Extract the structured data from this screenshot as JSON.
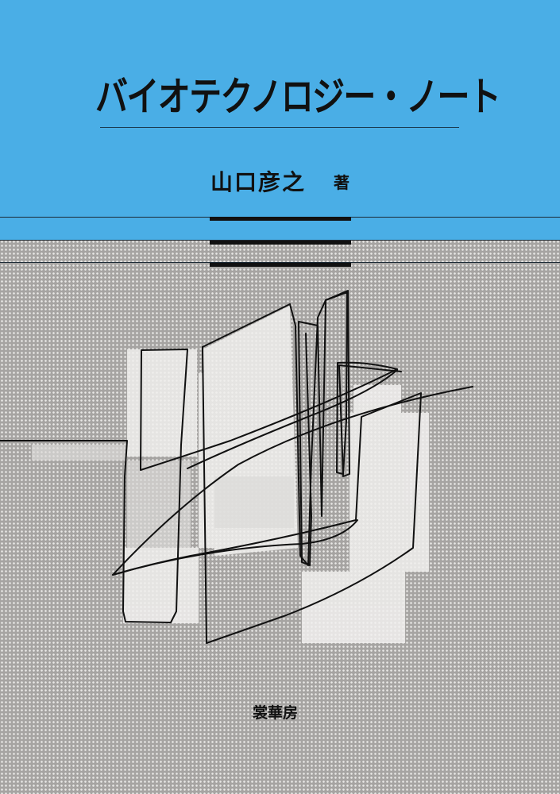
{
  "cover": {
    "title": "バイオテクノロジー・ノート",
    "author": "山口彦之",
    "author_suffix": "著",
    "publisher": "裳華房"
  },
  "colors": {
    "top_band": "#4aaee6",
    "bottom_band": "#a6a4a2",
    "text": "#111111"
  }
}
